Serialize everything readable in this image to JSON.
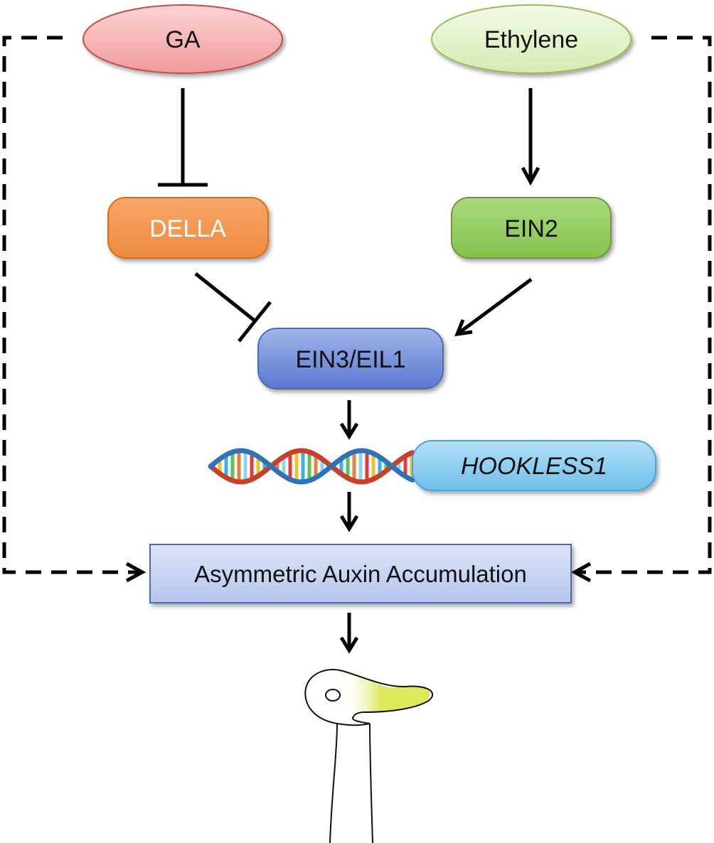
{
  "nodes": {
    "ga": {
      "label": "GA",
      "fill": "#f4a9a9",
      "stroke": "#c0504d"
    },
    "ethylene": {
      "label": "Ethylene",
      "fill": "#e3f2c8",
      "stroke": "#9bbb59"
    },
    "della": {
      "label": "DELLA",
      "fill": "#f0904a",
      "stroke": "#e36c09"
    },
    "ein2": {
      "label": "EIN2",
      "fill": "#8fcc59",
      "stroke": "#77933c"
    },
    "ein3_eil1": {
      "label": "EIN3/EIL1",
      "fill": "#7b95d9",
      "stroke": "#4f6ab5"
    },
    "hookless1": {
      "label": "HOOKLESS1",
      "fill": "#8fcdf0",
      "stroke": "#4aa5d6"
    },
    "auxin": {
      "label": "Asymmetric Auxin Accumulation",
      "fill": "#c7d3f0",
      "stroke": "#4f6ab5"
    }
  },
  "edges": [
    {
      "from": "GA",
      "to": "DELLA",
      "type": "inhibition"
    },
    {
      "from": "Ethylene",
      "to": "EIN2",
      "type": "activation"
    },
    {
      "from": "DELLA",
      "to": "EIN3/EIL1",
      "type": "inhibition"
    },
    {
      "from": "EIN2",
      "to": "EIN3/EIL1",
      "type": "activation"
    },
    {
      "from": "EIN3/EIL1",
      "to": "HOOKLESS1",
      "type": "activation"
    },
    {
      "from": "HOOKLESS1",
      "to": "Asymmetric Auxin Accumulation",
      "type": "activation"
    },
    {
      "from": "GA",
      "to": "Asymmetric Auxin Accumulation",
      "type": "indirect"
    },
    {
      "from": "Ethylene",
      "to": "Asymmetric Auxin Accumulation",
      "type": "indirect"
    },
    {
      "from": "Asymmetric Auxin Accumulation",
      "to": "apical hook",
      "type": "activation"
    }
  ],
  "illustrations": {
    "dna": "dna-double-helix",
    "seedling": "apical-hook-seedling",
    "auxin_color": "#dde85a"
  }
}
